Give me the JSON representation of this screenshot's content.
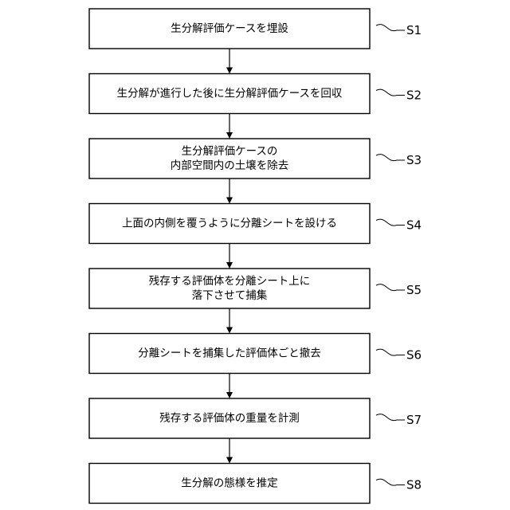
{
  "steps": [
    {
      "id": "S1",
      "lines": [
        "生分解評価ケースを埋設"
      ]
    },
    {
      "id": "S2",
      "lines": [
        "生分解が進行した後に生分解評価ケースを回収"
      ]
    },
    {
      "id": "S3",
      "lines": [
        "生分解評価ケースの",
        "内部空間内の土壌を除去"
      ]
    },
    {
      "id": "S4",
      "lines": [
        "上面の内側を覆うように分離シートを設ける"
      ]
    },
    {
      "id": "S5",
      "lines": [
        "残存する評価体を分離シート上に",
        "落下させて捕集"
      ]
    },
    {
      "id": "S6",
      "lines": [
        "分離シートを捕集した評価体ごと撤去"
      ]
    },
    {
      "id": "S7",
      "lines": [
        "残存する評価体の重量を計測"
      ]
    },
    {
      "id": "S8",
      "lines": [
        "生分解の態様を推定"
      ]
    }
  ]
}
